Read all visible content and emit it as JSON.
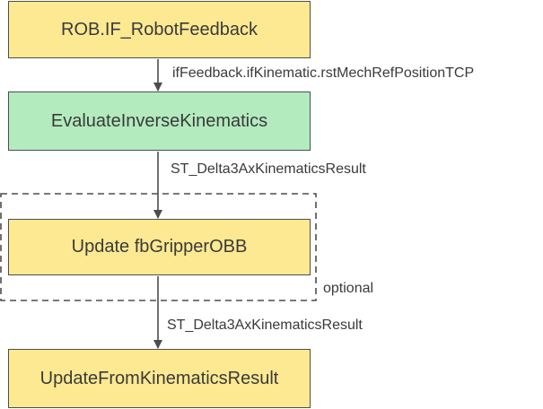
{
  "diagram": {
    "nodes": [
      {
        "id": "n1",
        "label": "ROB.IF_RobotFeedback",
        "color": "#fde992"
      },
      {
        "id": "n2",
        "label": "EvaluateInverseKinematics",
        "color": "#b3ebbf"
      },
      {
        "id": "n3",
        "label": "Update fbGripperOBB",
        "color": "#fde992"
      },
      {
        "id": "n4",
        "label": "UpdateFromKinematicsResult",
        "color": "#fde992"
      }
    ],
    "edges": [
      {
        "from": "n1",
        "to": "n2",
        "label": "ifFeedback.ifKinematic.rstMechRefPositionTCP"
      },
      {
        "from": "n2",
        "to": "n3",
        "label": "ST_Delta3AxKinematicsResult"
      },
      {
        "from": "n3",
        "to": "n4",
        "label": "ST_Delta3AxKinematicsResult"
      }
    ],
    "group": {
      "label": "optional",
      "border_style": "dashed"
    }
  }
}
